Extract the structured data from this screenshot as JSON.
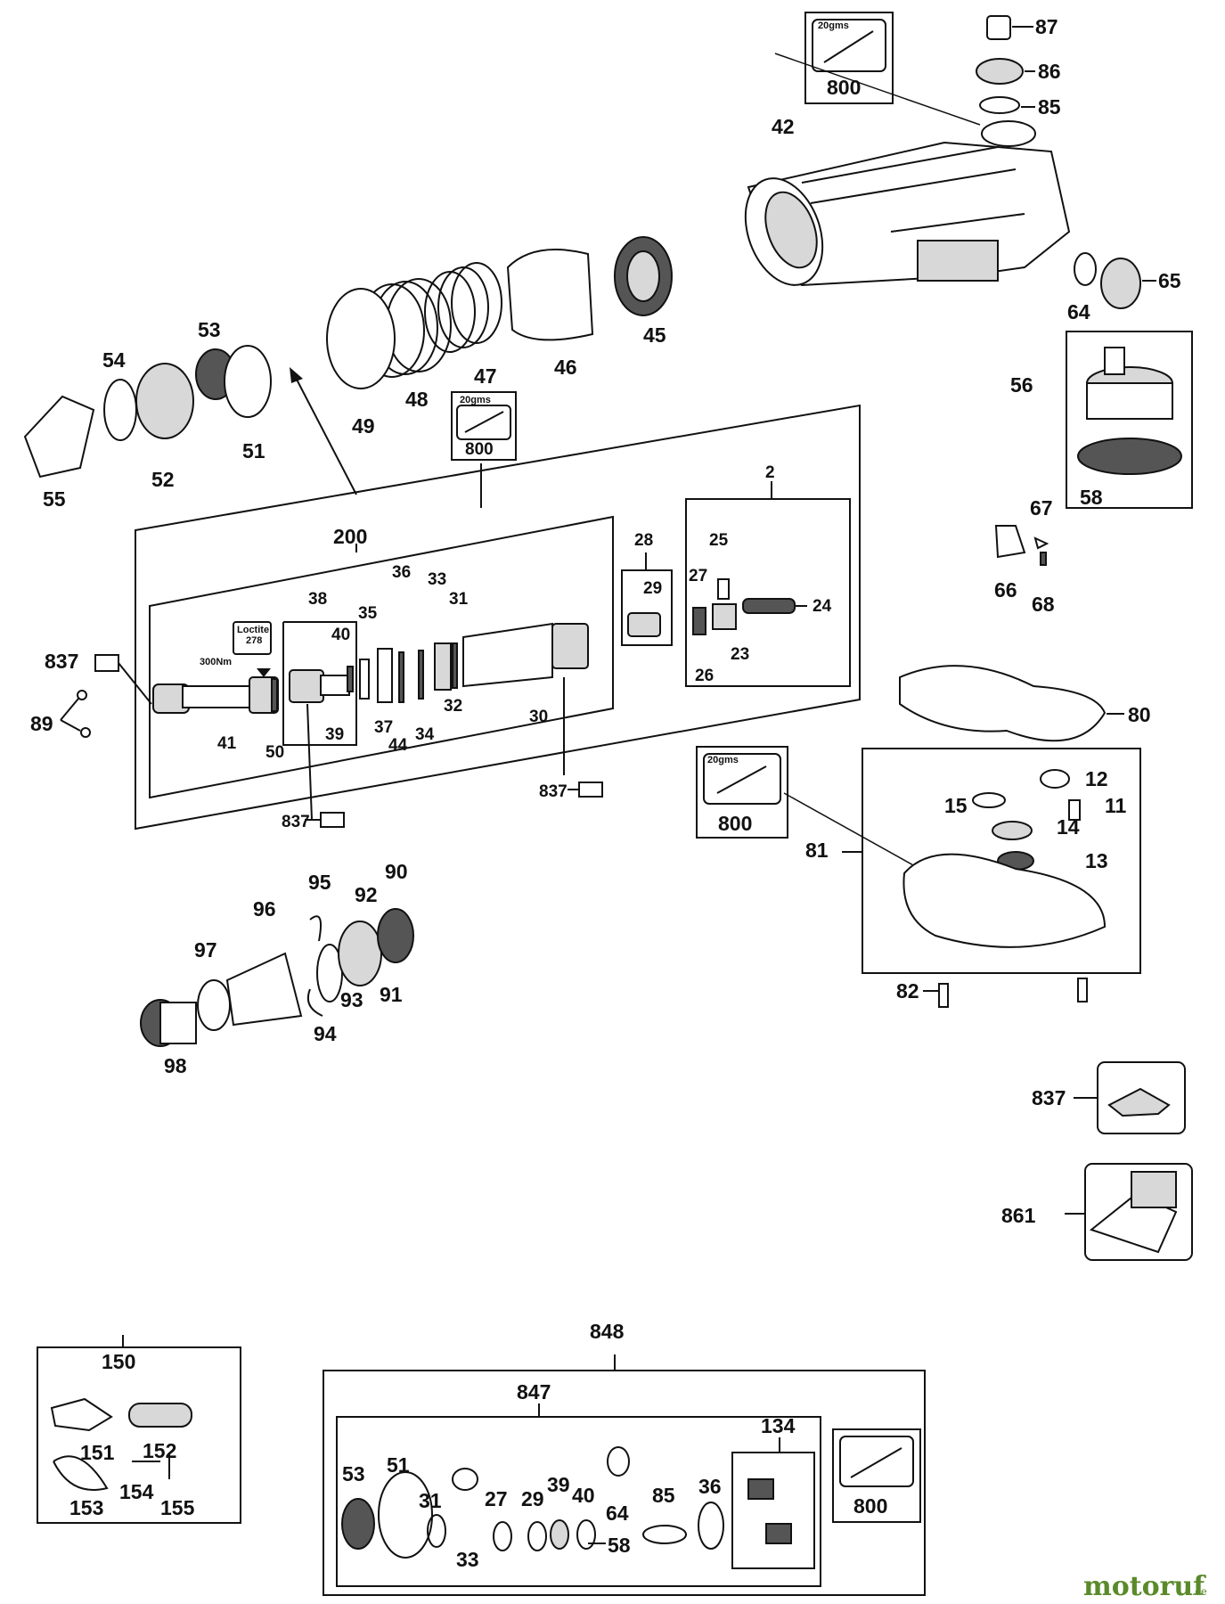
{
  "labels": {
    "l87": "87",
    "l86": "86",
    "l85": "85",
    "l42": "42",
    "l65": "65",
    "l64": "64",
    "l45": "45",
    "l46": "46",
    "l47": "47",
    "l48": "48",
    "l49": "49",
    "l53a": "53",
    "l54": "54",
    "l51a": "51",
    "l52": "52",
    "l55": "55",
    "l56": "56",
    "l58a": "58",
    "l67": "67",
    "l66": "66",
    "l68": "68",
    "l200": "200",
    "l2": "2",
    "l28": "28",
    "l29": "29",
    "l25": "25",
    "l27": "27",
    "l24": "24",
    "l23": "23",
    "l26": "26",
    "l36": "36",
    "l33": "33",
    "l31": "31",
    "l38": "38",
    "l35": "35",
    "l40": "40",
    "l837a": "837",
    "l89": "89",
    "l41": "41",
    "l50": "50",
    "l39": "39",
    "l37": "37",
    "l44": "44",
    "l34": "34",
    "l32": "32",
    "l30": "30",
    "l837b": "837",
    "l837c": "837",
    "l80": "80",
    "l12": "12",
    "l15": "15",
    "l11": "11",
    "l14": "14",
    "l13": "13",
    "l81": "81",
    "l82": "82",
    "l95": "95",
    "l92": "92",
    "l90": "90",
    "l96": "96",
    "l97": "97",
    "l93": "93",
    "l91": "91",
    "l94": "94",
    "l98": "98",
    "l837d": "837",
    "l861": "861",
    "l848": "848",
    "l847": "847",
    "l150": "150",
    "l151": "151",
    "l152": "152",
    "l153": "153",
    "l154": "154",
    "l155": "155",
    "k53": "53",
    "k51": "51",
    "k31": "31",
    "k33": "33",
    "k27": "27",
    "k29": "29",
    "k39": "39",
    "k40": "40",
    "k64": "64",
    "k58": "58",
    "k85": "85",
    "k36": "36",
    "k134": "134"
  },
  "grease_boxes": [
    {
      "weight": "20gms",
      "part": "800"
    },
    {
      "weight": "20gms",
      "part": "800"
    },
    {
      "weight": "20gms",
      "part": "800"
    },
    {
      "weight": "",
      "part": "800"
    }
  ],
  "annotations": {
    "loctite": "Loctite",
    "loctite_num": "278",
    "torque": "300Nm"
  },
  "watermark": {
    "brand": "motoruf",
    "tld": ".de"
  }
}
